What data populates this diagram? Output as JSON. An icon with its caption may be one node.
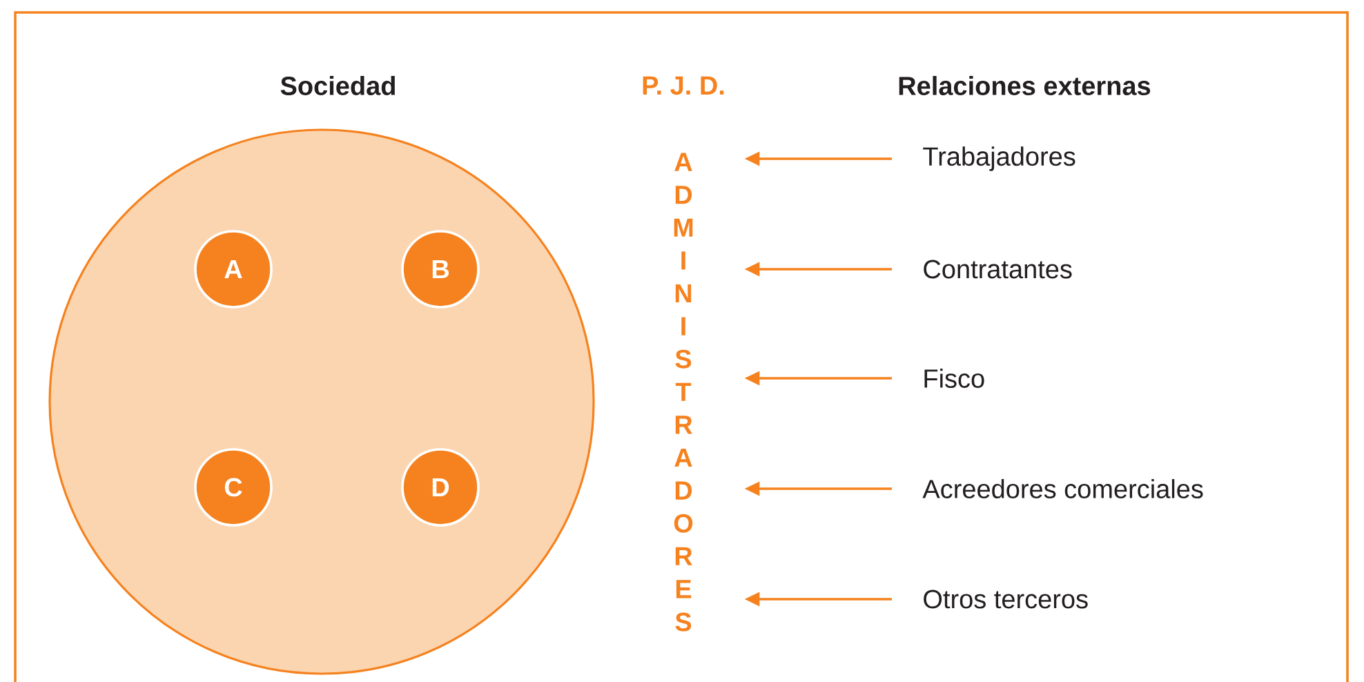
{
  "diagram": {
    "nodes": [
      {
        "text": [],
        "shape": "circle"
      },
      {
        "text": [
          "A"
        ],
        "in": 0
      },
      {
        "text": [
          "B"
        ],
        "in": 0
      },
      {
        "text": [
          "C"
        ],
        "in": 0
      },
      {
        "text": [
          "D"
        ],
        "in": 0
      },
      {
        "text": [
          "ADMINISTRADORES"
        ]
      },
      {
        "text": [
          "Trabajadores"
        ]
      },
      {
        "text": [
          "Contratantes"
        ]
      },
      {
        "text": [
          "Fisco"
        ]
      },
      {
        "text": [
          "Acreedores comerciales"
        ]
      },
      {
        "text": [
          "Otros terceros"
        ]
      }
    ],
    "edges": [
      {
        "from": 6,
        "to": 5,
        "arrow": "to"
      },
      {
        "from": 7,
        "to": 5,
        "arrow": "to"
      },
      {
        "from": 8,
        "to": 5,
        "arrow": "to"
      },
      {
        "from": 9,
        "to": 5,
        "arrow": "to"
      },
      {
        "from": 10,
        "to": 5,
        "arrow": "to"
      }
    ],
    "labels": [
      "Sociedad",
      "P. J. D.",
      "Relaciones externas"
    ]
  }
}
